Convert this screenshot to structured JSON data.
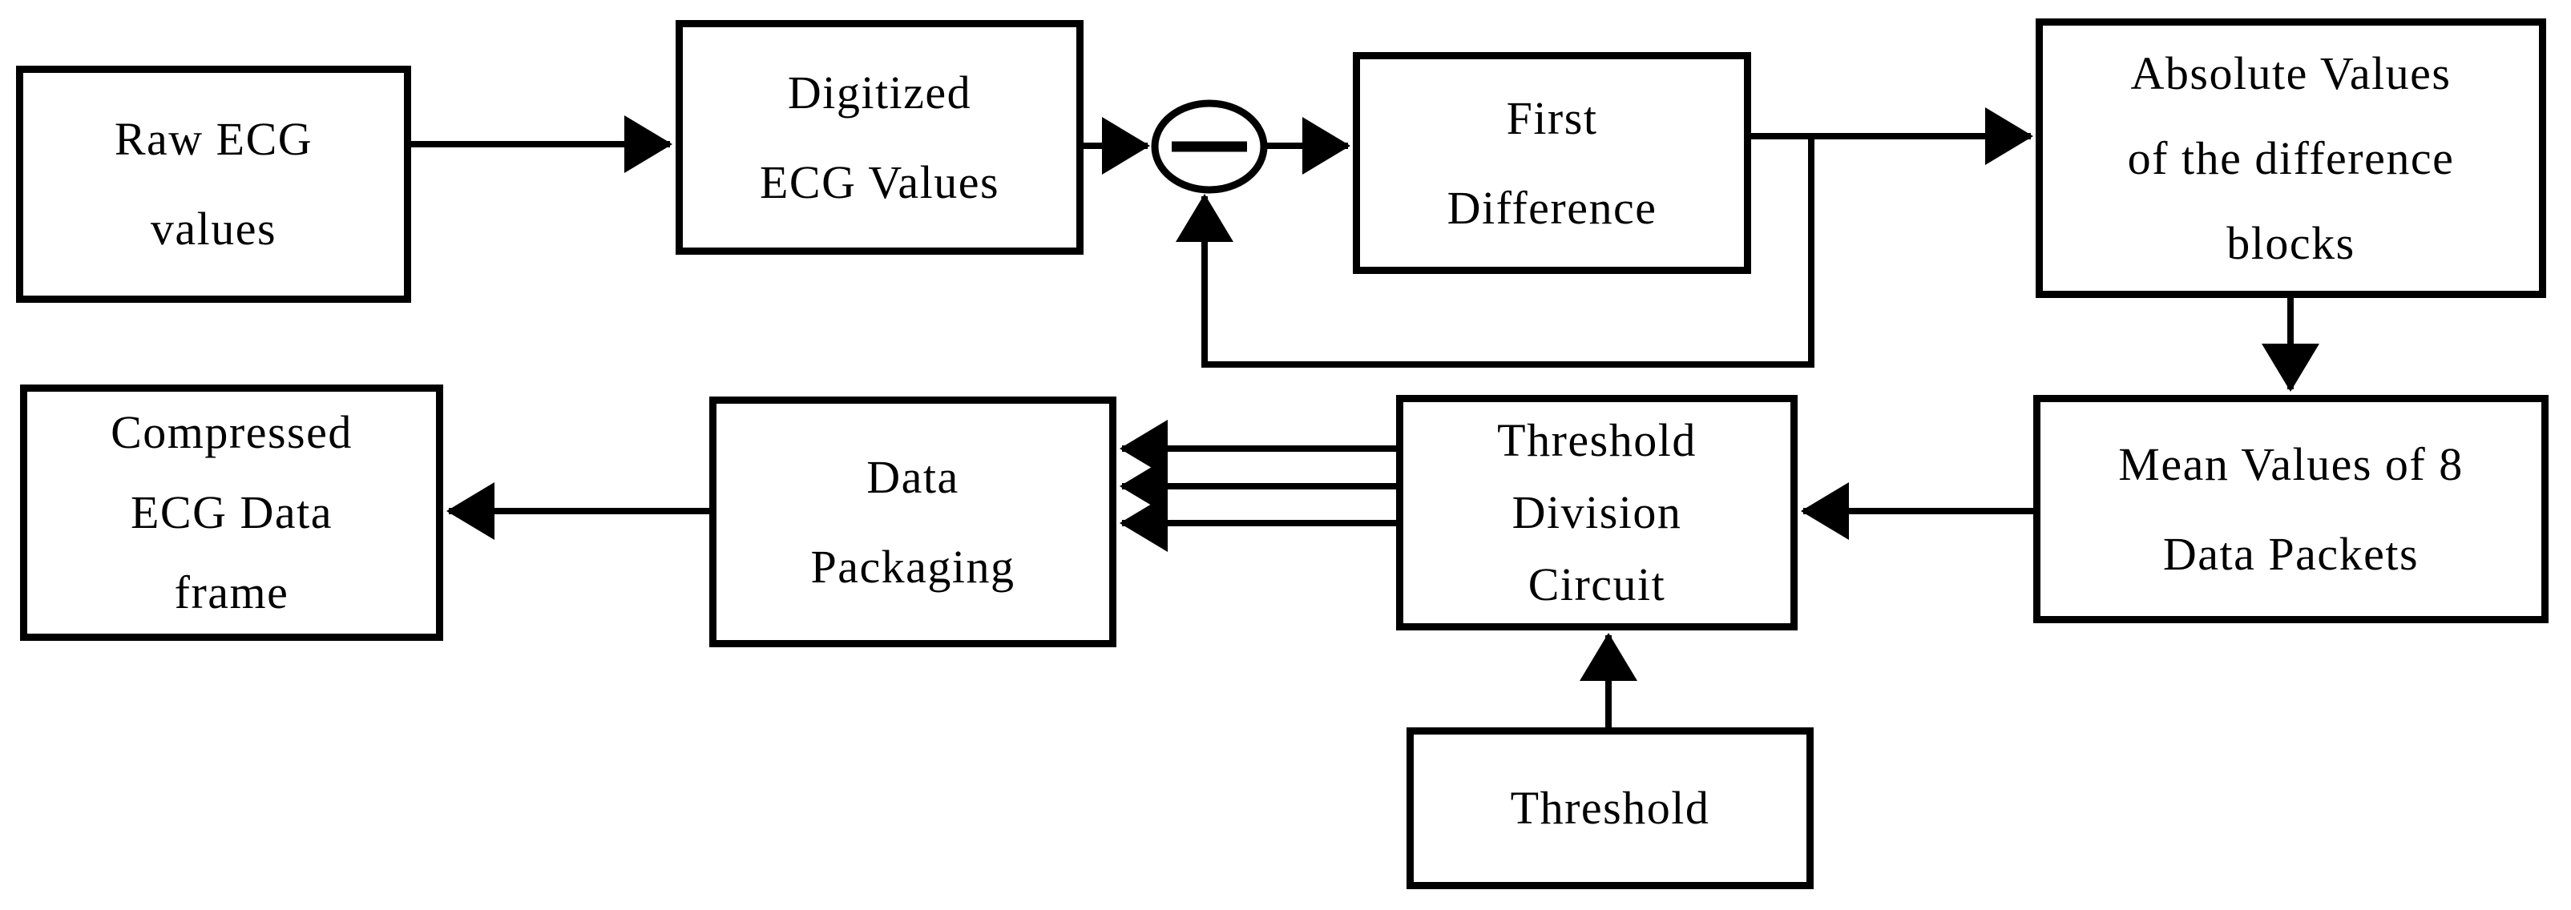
{
  "diagram": {
    "colors": {
      "line": "#000000",
      "background": "#ffffff",
      "box_fill": "#ffffff",
      "text": "#000000"
    },
    "nodes": {
      "raw": {
        "label": "Raw ECG\nvalues"
      },
      "digitized": {
        "label": "Digitized\nECG Values"
      },
      "subtractor": {
        "operator_icon": "minus-icon"
      },
      "first_difference": {
        "label": "First\nDifference"
      },
      "absolute": {
        "label": "Absolute Values\nof the difference\nblocks"
      },
      "mean": {
        "label": "Mean Values of 8\nData Packets"
      },
      "tdc": {
        "label": "Threshold\nDivision\nCircuit"
      },
      "packaging": {
        "label": "Data\nPackaging"
      },
      "compressed": {
        "label": "Compressed\nECG Data\nframe"
      },
      "threshold": {
        "label": "Threshold"
      }
    },
    "edges": [
      {
        "from": "raw",
        "to": "digitized"
      },
      {
        "from": "digitized",
        "to": "subtractor"
      },
      {
        "from": "subtractor",
        "to": "first_difference"
      },
      {
        "from": "first_difference",
        "to": "absolute"
      },
      {
        "from": "first_difference",
        "to": "subtractor",
        "kind": "feedback"
      },
      {
        "from": "absolute",
        "to": "mean"
      },
      {
        "from": "mean",
        "to": "tdc"
      },
      {
        "from": "tdc",
        "to": "packaging",
        "kind": "triple-bus"
      },
      {
        "from": "packaging",
        "to": "compressed"
      },
      {
        "from": "threshold",
        "to": "tdc"
      }
    ]
  }
}
